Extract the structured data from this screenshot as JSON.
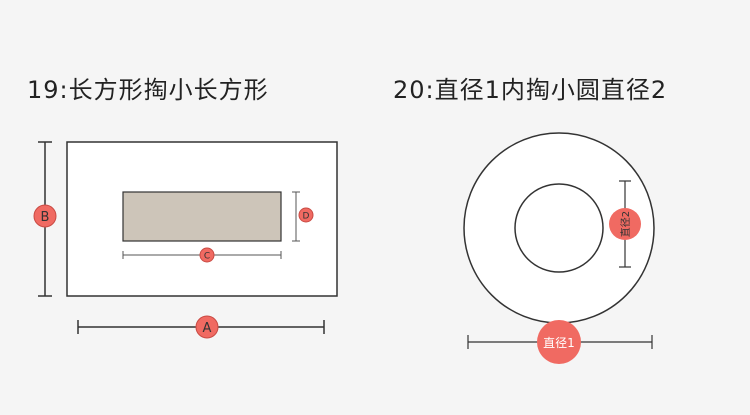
{
  "diagrams": {
    "left": {
      "title": "19:长方形掏小长方形",
      "labels": {
        "a": "A",
        "b": "B",
        "c": "C",
        "d": "D"
      }
    },
    "right": {
      "title": "20:直径1内掏小圆直径2",
      "labels": {
        "d1": "直径1",
        "d2": "直径2"
      }
    }
  },
  "colors": {
    "background": "#f5f5f5",
    "stroke": "#333333",
    "inner_fill": "#cdc5b9",
    "badge_fill": "#f06a62",
    "shape_fill": "#ffffff"
  }
}
